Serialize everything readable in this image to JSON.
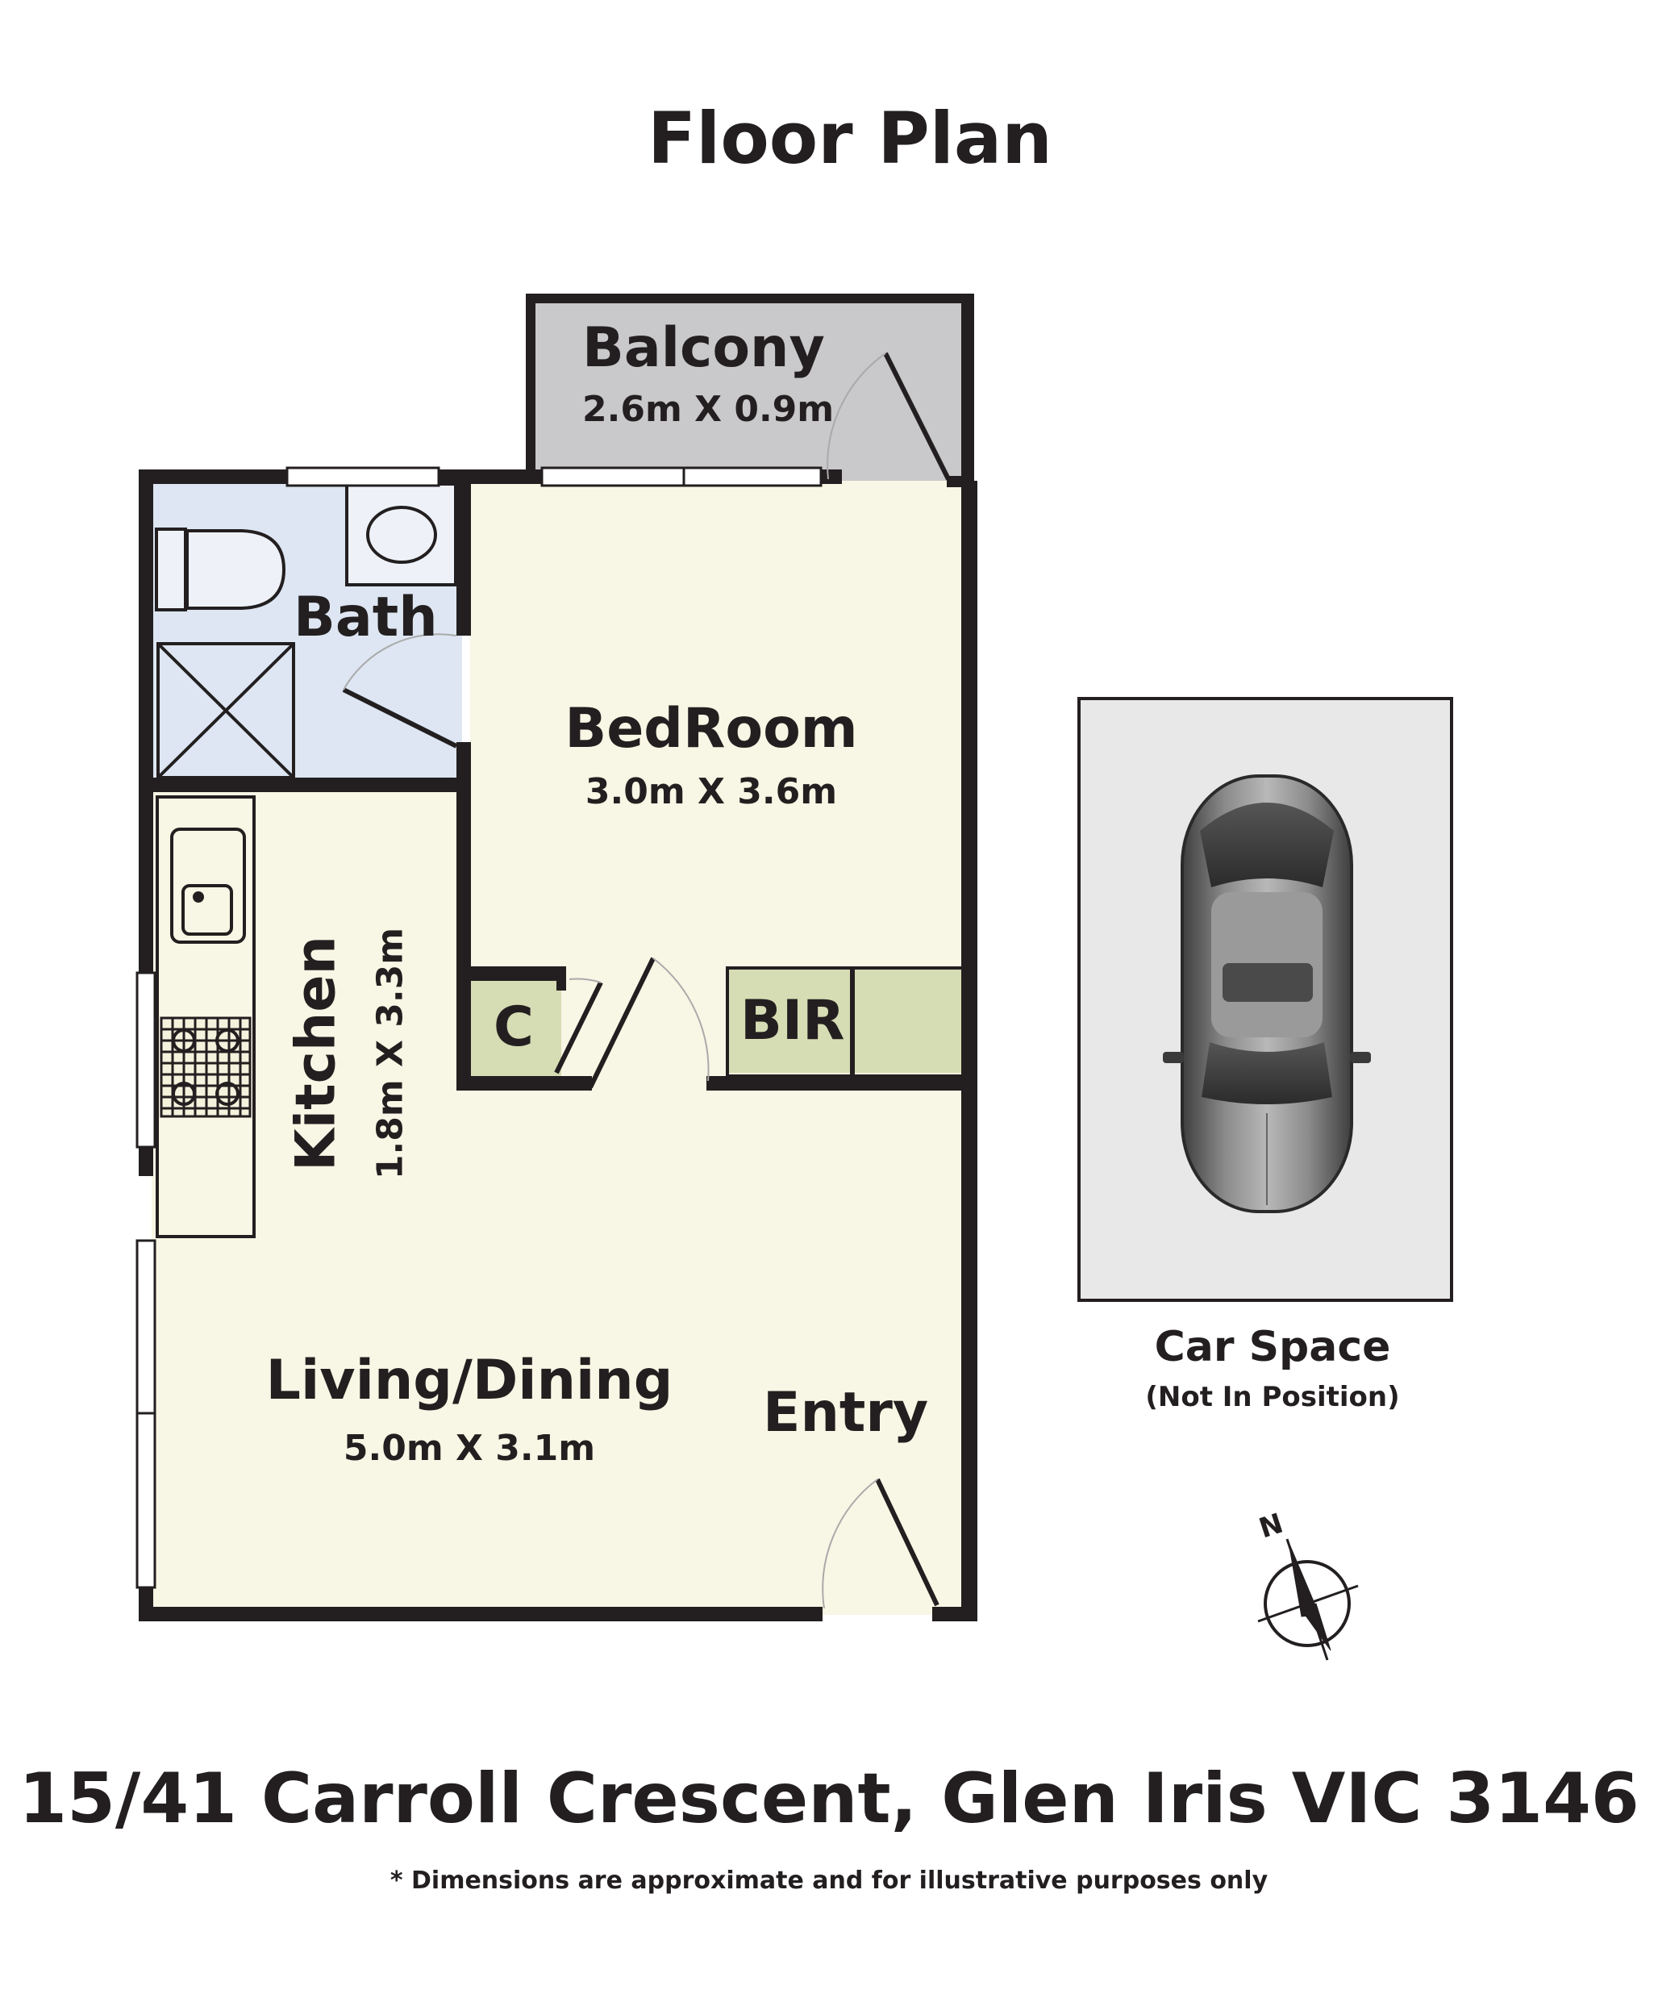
{
  "header": {
    "title": "Floor Plan"
  },
  "rooms": {
    "balcony": {
      "name": "Balcony",
      "dimensions": "2.6m X 0.9m"
    },
    "bath": {
      "name": "Bath"
    },
    "bedroom": {
      "name": "BedRoom",
      "dimensions": "3.0m X 3.6m"
    },
    "kitchen": {
      "name": "Kitchen",
      "dimensions": "1.8m X 3.3m"
    },
    "closet": {
      "name": "C"
    },
    "bir": {
      "name": "BIR"
    },
    "living_dining": {
      "name": "Living/Dining",
      "dimensions": "5.0m X 3.1m"
    },
    "entry": {
      "name": "Entry"
    }
  },
  "car_space": {
    "title": "Car Space",
    "note": "(Not In Position)"
  },
  "compass": {
    "label": "N"
  },
  "footer": {
    "address": "15/41 Carroll Crescent, Glen Iris VIC 3146",
    "disclaimer": "* Dimensions are approximate and for illustrative purposes only"
  },
  "colors": {
    "wall": "#231f20",
    "balcony_fill": "#c9c8ca",
    "bath_fill": "#dde6f2",
    "living_fill": "#f8f6e4",
    "storage_fill": "#d6dcb3",
    "car_space_fill": "#e8e8e8"
  }
}
